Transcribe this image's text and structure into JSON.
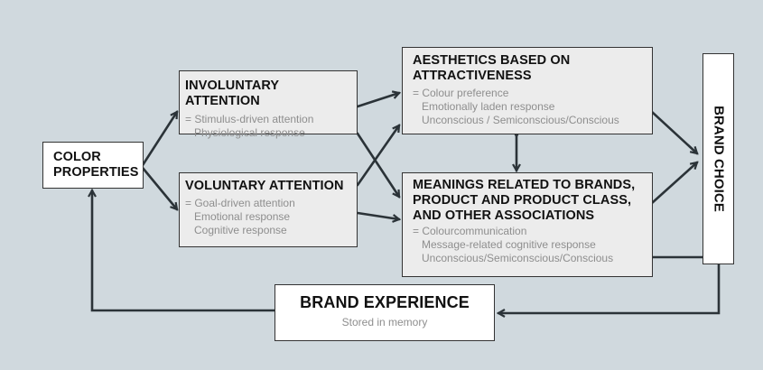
{
  "color_properties": {
    "title_line1": "COLOR",
    "title_line2": "PROPERTIES"
  },
  "involuntary": {
    "title": "INVOLUNTARY ATTENTION",
    "items": [
      "= Stimulus-driven attention",
      "Physiological response"
    ]
  },
  "voluntary": {
    "title": "VOLUNTARY ATTENTION",
    "items": [
      "= Goal-driven attention",
      "Emotional response",
      "Cognitive response"
    ]
  },
  "aesthetics": {
    "title_line1": "AESTHETICS BASED ON",
    "title_line2": "ATTRACTIVENESS",
    "items": [
      "= Colour preference",
      "Emotionally laden response",
      "Unconscious / Semiconscious/Conscious"
    ]
  },
  "meanings": {
    "title_line1": "MEANINGS RELATED TO BRANDS,",
    "title_line2": "PRODUCT AND PRODUCT CLASS,",
    "title_line3": "AND OTHER ASSOCIATIONS",
    "items": [
      "= Colourcommunication",
      "Message-related cognitive response",
      "Unconscious/Semiconscious/Conscious"
    ]
  },
  "brand_choice": {
    "title": "BRAND CHOICE"
  },
  "brand_experience": {
    "title": "BRAND EXPERIENCE",
    "subtitle": "Stored in memory"
  },
  "colors": {
    "background": "#d0d9de",
    "box_grey": "#ececec",
    "box_white": "#ffffff",
    "arrow": "#2b3338",
    "subtext": "#8e8e8e"
  }
}
